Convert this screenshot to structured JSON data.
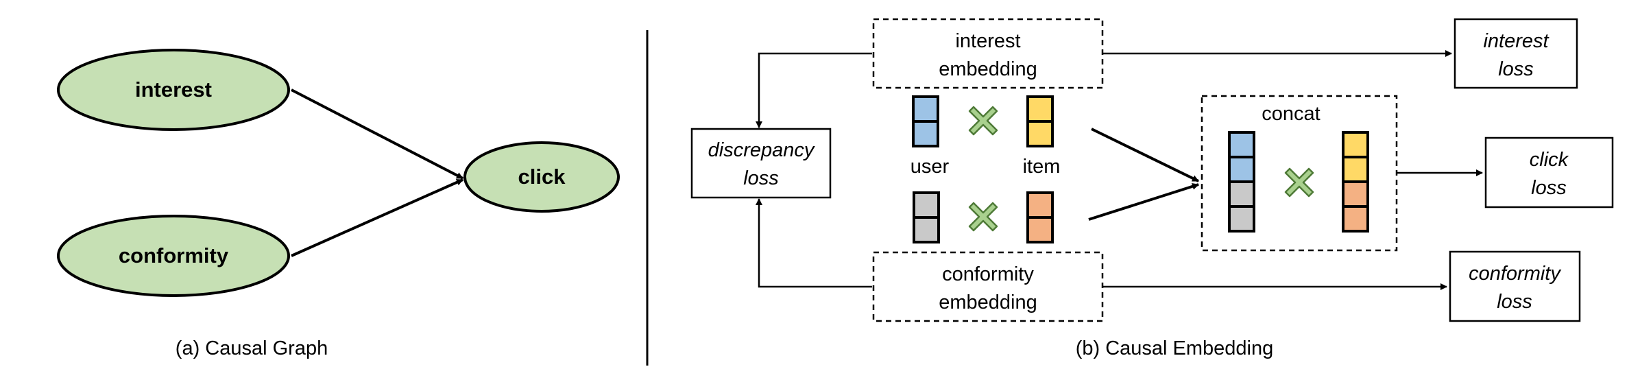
{
  "causal_graph": {
    "nodes": {
      "interest": "interest",
      "conformity": "conformity",
      "click": "click"
    },
    "caption": "(a) Causal Graph",
    "node_fill": "#c6e0b4"
  },
  "causal_embedding": {
    "interest_embedding": [
      "interest",
      "embedding"
    ],
    "conformity_embedding": [
      "conformity",
      "embedding"
    ],
    "discrepancy_loss": [
      "discrepancy",
      "loss"
    ],
    "interest_loss": [
      "interest",
      "loss"
    ],
    "click_loss": [
      "click",
      "loss"
    ],
    "conformity_loss": [
      "conformity",
      "loss"
    ],
    "concat": "concat",
    "user": "user",
    "item": "item",
    "caption": "(b) Causal Embedding",
    "colors": {
      "user_interest": "#9dc3e6",
      "item_interest": "#ffd966",
      "user_conformity": "#c9c9c9",
      "item_conformity": "#f4b183",
      "multiply": "#a9d18e"
    }
  }
}
